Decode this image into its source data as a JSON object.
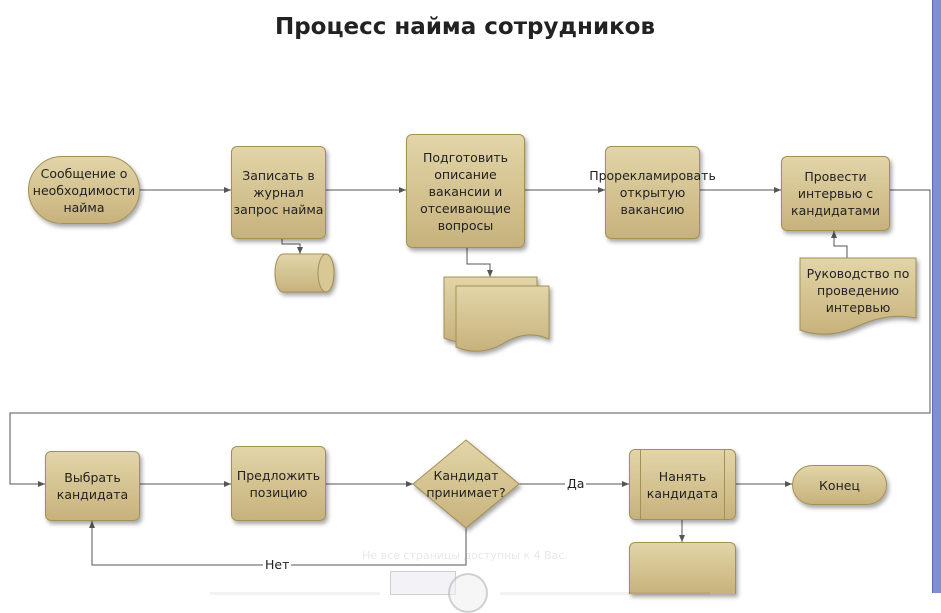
{
  "title": "Процесс найма сотрудников",
  "nodes": {
    "start": "Сообщение о необходимости найма",
    "log_request": "Записать в журнал запрос найма",
    "prepare": "Подготовить описание вакансии и отсеивающие вопросы",
    "advertise": "Прорекламировать открытую вакансию",
    "interview": "Провести интервью с кандидатами",
    "guide": "Руководство по проведению интервью",
    "select": "Выбрать кандидата",
    "offer": "Предложить позицию",
    "decision": "Кандидат принимает?",
    "hire": "Нанять кандидата",
    "end": "Конец"
  },
  "labels": {
    "yes": "Да",
    "no": "Нет"
  },
  "watermark": "Не все страницы доступны к 4 Вас.",
  "colors": {
    "shape_fill": "#d4c38f",
    "shape_border": "#a49055",
    "connector": "#555555",
    "rail": "#7f8fd0"
  }
}
